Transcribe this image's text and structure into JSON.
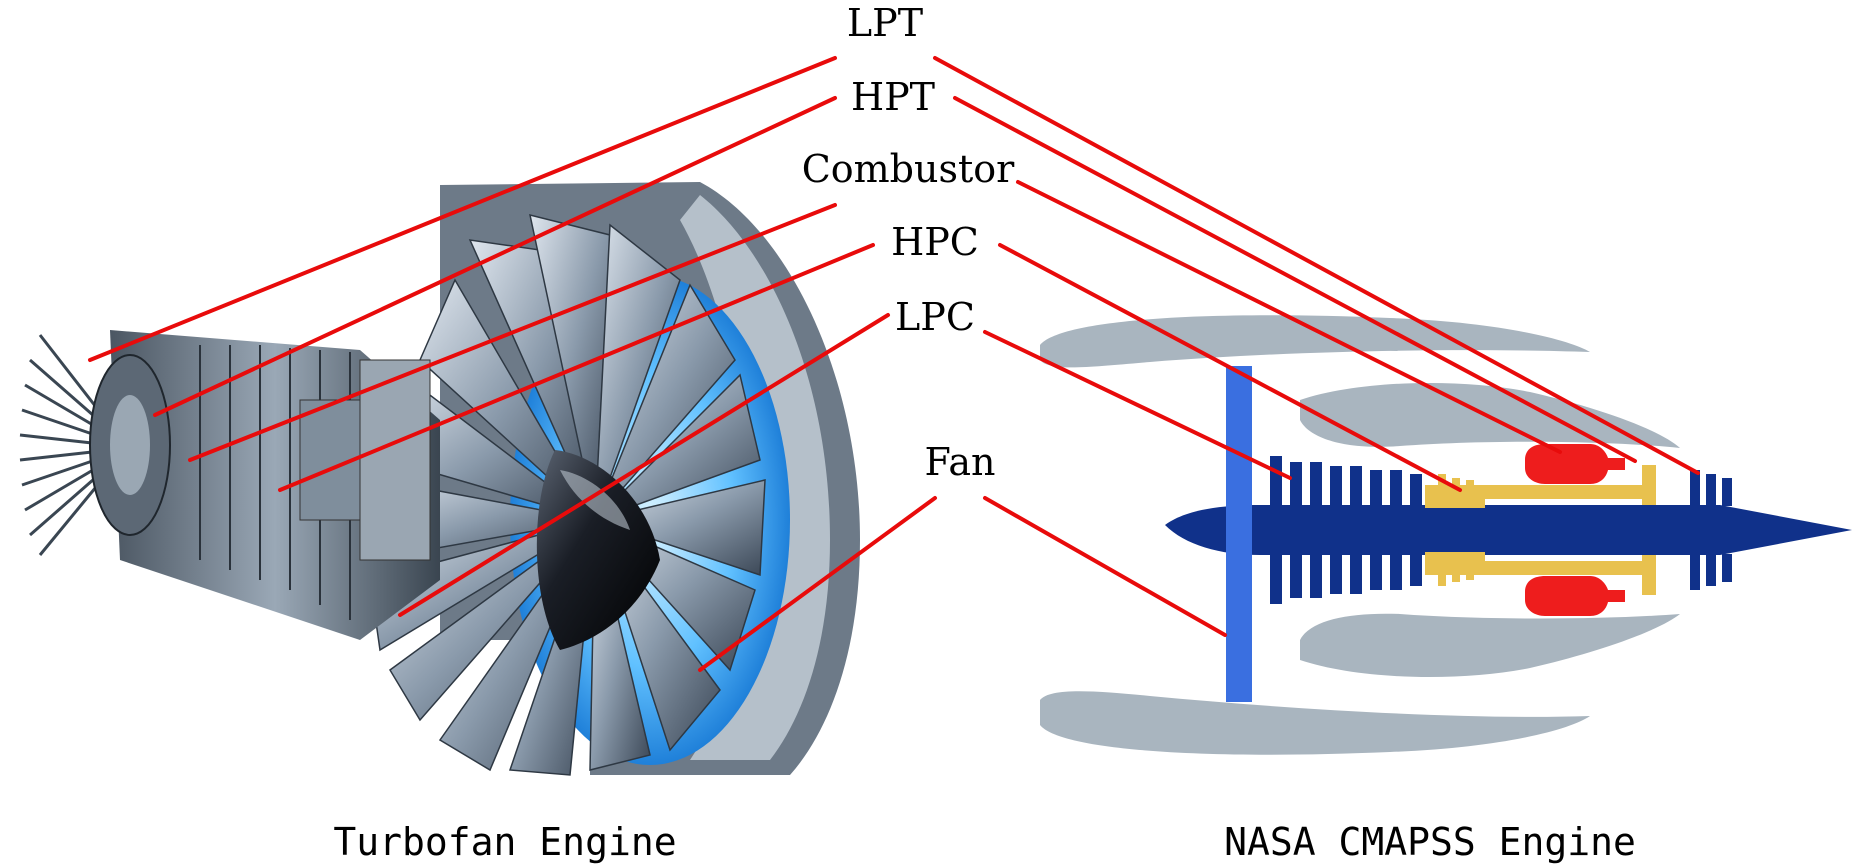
{
  "labels": {
    "lpt": "LPT",
    "hpt": "HPT",
    "combustor": "Combustor",
    "hpc": "HPC",
    "lpc": "LPC",
    "fan": "Fan"
  },
  "captions": {
    "left": "Turbofan Engine",
    "right": "NASA CMAPSS Engine"
  },
  "colors": {
    "leader_line": "#e80b0b",
    "fan_blade": "#3a6fe0",
    "compressor_core": "#10318a",
    "hp_spool": "#e8c14e",
    "combustor": "#ee1d1d",
    "casing": "#a9b5bf"
  }
}
